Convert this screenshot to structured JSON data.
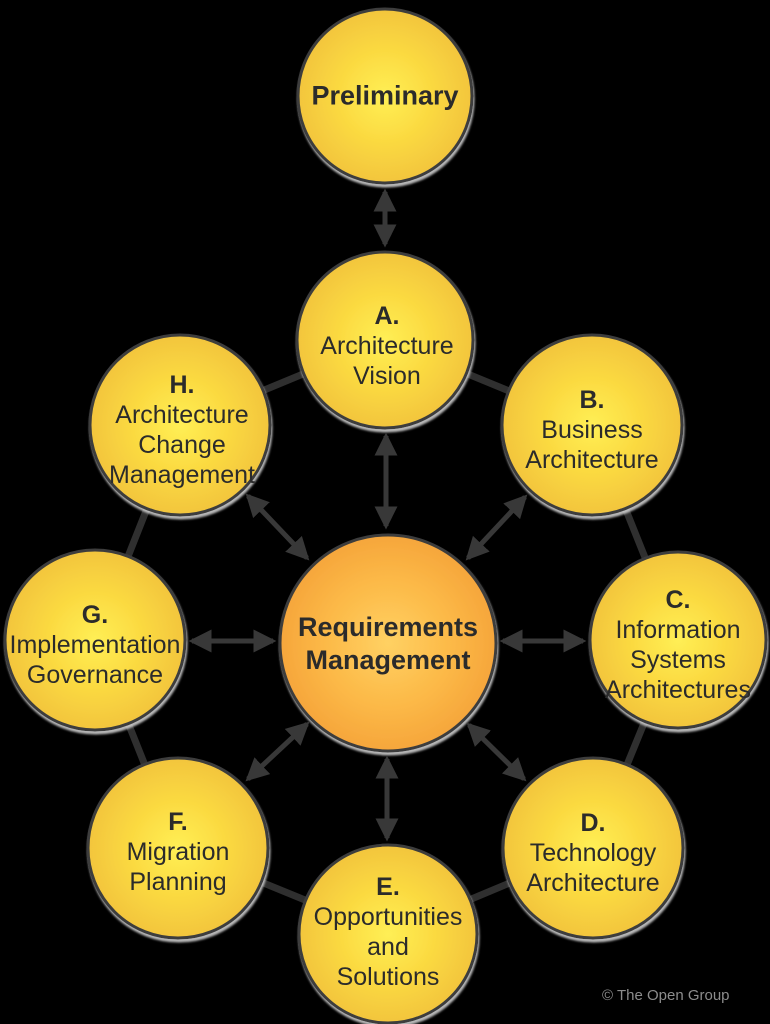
{
  "diagram": {
    "background_color": "#000000",
    "colors": {
      "phase_fill_center": "#ffef55",
      "phase_fill_edge": "#edb83b",
      "hub_fill_center": "#ffd163",
      "hub_fill_edge": "#f19833",
      "node_stroke": "#3c3c3c",
      "arrow": "#383838",
      "text": "#2b2b2b",
      "copyright_text_color": "#8c8c8c"
    },
    "preliminary": {
      "label": "Preliminary"
    },
    "hub": {
      "lines": [
        "Requirements",
        "Management"
      ]
    },
    "phases": [
      {
        "letter": "A.",
        "lines": [
          "Architecture",
          "Vision"
        ]
      },
      {
        "letter": "B.",
        "lines": [
          "Business",
          "Architecture"
        ]
      },
      {
        "letter": "C.",
        "lines": [
          "Information",
          "Systems",
          "Architectures"
        ]
      },
      {
        "letter": "D.",
        "lines": [
          "Technology",
          "Architecture"
        ]
      },
      {
        "letter": "E.",
        "lines": [
          "Opportunities",
          "and",
          "Solutions"
        ]
      },
      {
        "letter": "F.",
        "lines": [
          "Migration",
          "Planning"
        ]
      },
      {
        "letter": "G.",
        "lines": [
          "Implementation",
          "Governance"
        ]
      },
      {
        "letter": "H.",
        "lines": [
          "Architecture",
          "Change",
          "Management"
        ]
      }
    ],
    "footer": {
      "copyright": "© The Open Group"
    }
  }
}
